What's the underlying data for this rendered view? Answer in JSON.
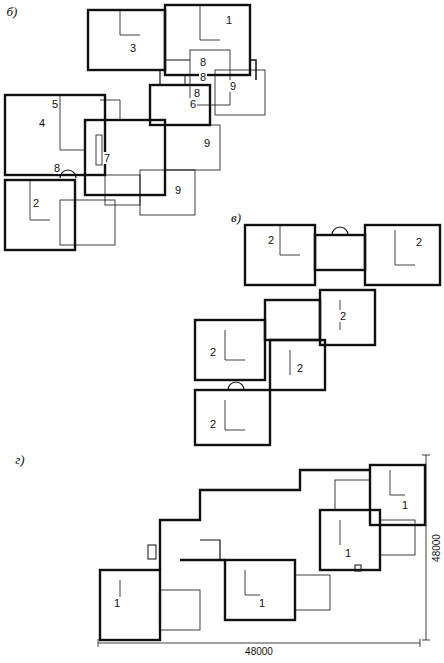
{
  "diagram": {
    "labels": [
      "б)",
      "1",
      "3",
      "8",
      "8",
      "8",
      "6",
      "9",
      "5",
      "4",
      "7",
      "8",
      "9",
      "9",
      "2",
      "в)",
      "2",
      "2",
      "2",
      "2",
      "2",
      "2",
      "г)",
      "1",
      "1",
      "1",
      "1",
      "48000",
      "48000"
    ]
  }
}
